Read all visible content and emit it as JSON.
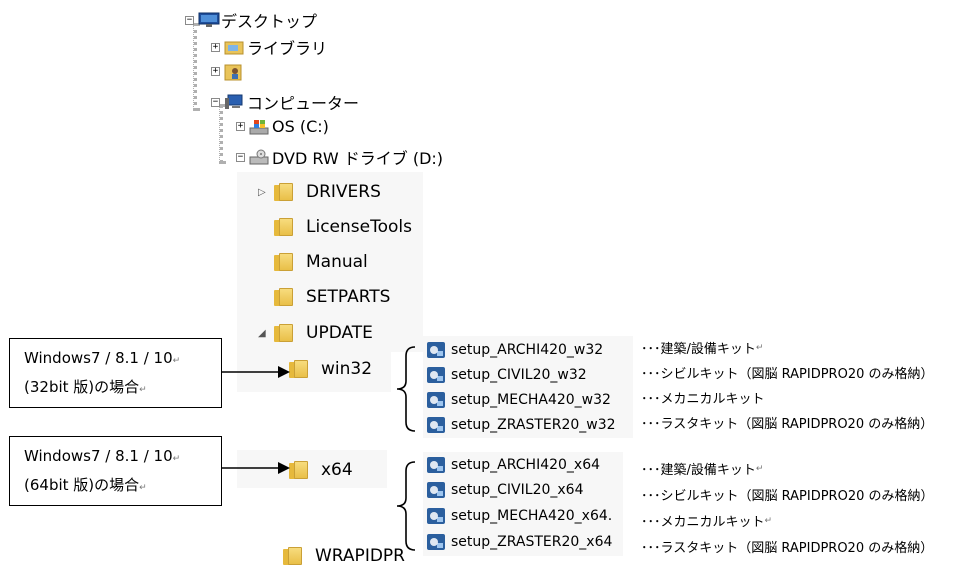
{
  "tree": {
    "desktop": "デスクトップ",
    "library": "ライブラリ",
    "user": "",
    "computer": "コンピューター",
    "os_drive": "OS (C:)",
    "dvd_drive": "DVD RW ドライブ (D:)"
  },
  "folders": {
    "drivers": "DRIVERS",
    "licensetools": "LicenseTools",
    "manual": "Manual",
    "setparts": "SETPARTS",
    "update": "UPDATE",
    "win32": "win32",
    "x64": "x64",
    "wrapidpr": "WRAPIDPR"
  },
  "win32_files": [
    {
      "name": "setup_ARCHI420_w32",
      "desc": "･･･建築/設備キット"
    },
    {
      "name": "setup_CIVIL20_w32",
      "desc": "･･･シビルキット（図脳 RAPIDPRO20 のみ格納）"
    },
    {
      "name": "setup_MECHA420_w32",
      "desc": "･･･メカニカルキット"
    },
    {
      "name": "setup_ZRASTER20_w32",
      "desc": "･･･ラスタキット（図脳 RAPIDPRO20 のみ格納）"
    }
  ],
  "x64_files": [
    {
      "name": "setup_ARCHI420_x64",
      "desc": "･･･建築/設備キット"
    },
    {
      "name": "setup_CIVIL20_x64",
      "desc": "･･･シビルキット（図脳 RAPIDPRO20 のみ格納）"
    },
    {
      "name": "setup_MECHA420_x64.",
      "desc": "･･･メカニカルキット"
    },
    {
      "name": "setup_ZRASTER20_x64",
      "desc": "･･･ラスタキット（図脳 RAPIDPRO20 のみ格納）"
    }
  ],
  "callouts": {
    "w32_line1": "Windows7 / 8.1 / 10",
    "w32_line2": "(32bit 版)の場合",
    "x64_line1": "Windows7 / 8.1 / 10",
    "x64_line2": "(64bit 版)の場合"
  },
  "symbols": {
    "return_mark": "↵",
    "expand_plus": "+",
    "expand_minus": "−",
    "collapsed_arrow": "▷",
    "expanded_arrow": "◢"
  },
  "colors": {
    "folder": "#e9bf48",
    "setup_icon": "#2b5f9e",
    "explorer_bg": "#f7f7f7"
  }
}
